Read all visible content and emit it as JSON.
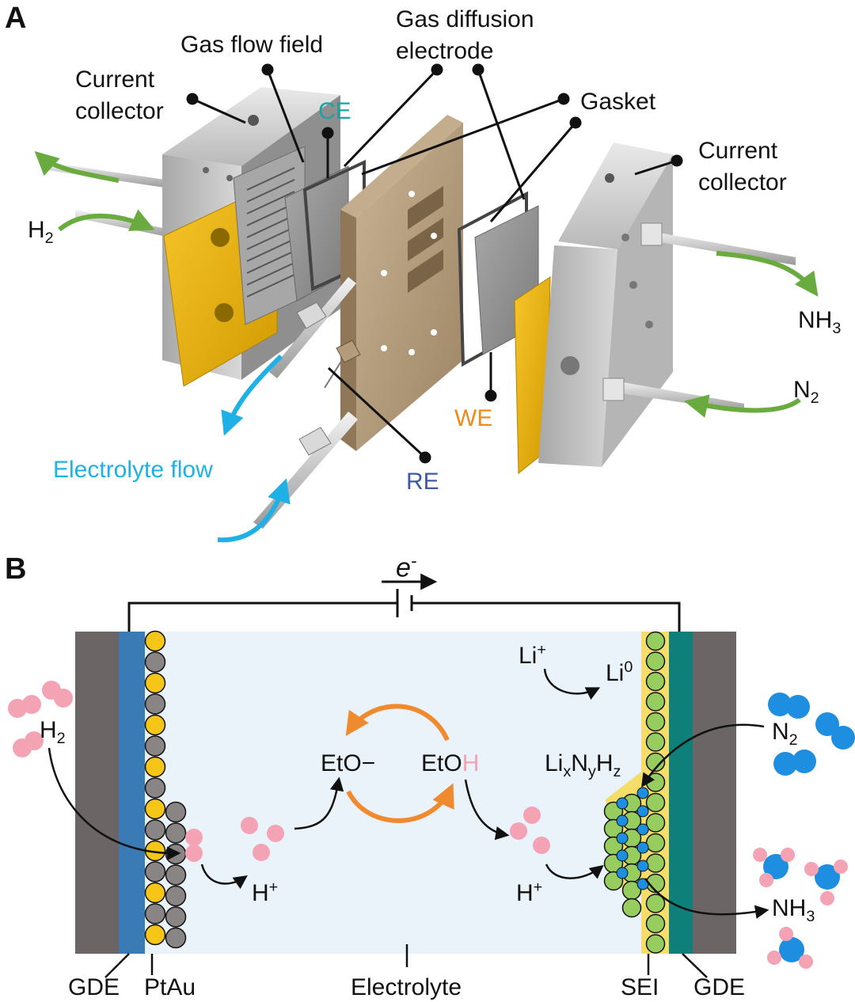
{
  "panels": {
    "a": "A",
    "b": "B"
  },
  "panel_a": {
    "gas_flow_field": "Gas flow field",
    "gas_diffusion_electrode_1": "Gas diffusion",
    "gas_diffusion_electrode_2": "electrode",
    "current_collector_left_1": "Current",
    "current_collector_left_2": "collector",
    "ce": "CE",
    "gasket": "Gasket",
    "current_collector_right_1": "Current",
    "current_collector_right_2": "collector",
    "h2_base": "H",
    "h2_sub": "2",
    "nh3_base": "NH",
    "nh3_sub": "3",
    "n2_base": "N",
    "n2_sub": "2",
    "we": "WE",
    "electrolyte_flow": "Electrolyte flow",
    "re": "RE"
  },
  "panel_b": {
    "electron_base": "e",
    "electron_sup": "-",
    "li_plus_base": "Li",
    "li_plus_sup": "+",
    "li0_base": "Li",
    "li0_sup": "0",
    "h2_base": "H",
    "h2_sub": "2",
    "n2_base": "N",
    "n2_sub": "2",
    "eto": "EtO−",
    "etoh_main": "EtO",
    "etoh_h": "H",
    "lixnyhz_li": "Li",
    "lixnyhz_x": "x",
    "lixnyhz_n": "N",
    "lixnyhz_y": "y",
    "lixnyhz_h": "H",
    "lixnyhz_z": "z",
    "h_plus_left_base": "H",
    "h_plus_left_sup": "+",
    "h_plus_right_base": "H",
    "h_plus_right_sup": "+",
    "nh3_base": "NH",
    "nh3_sub": "3",
    "gde_left": "GDE",
    "ptau": "PtAu",
    "electrolyte": "Electrolyte",
    "sei": "SEI",
    "gde_right": "GDE"
  },
  "colors": {
    "gold": "#f2b705",
    "aluminium": "#c9c9c9",
    "bronze": "#b39b7c",
    "electrolyte_bg": "#eaf3fa",
    "gde_blue": "#3a7ab5",
    "gde_teal": "#0f7f7a",
    "gde_grey": "#6b6565",
    "sei_yellow": "#f5dd6a",
    "ptau_yellow": "#f5c518",
    "ptau_grey": "#8a8585",
    "li_green": "#97cc5e",
    "n_blue": "#1e8fe0",
    "h_pink": "#f4a3b4",
    "flow_green": "#6aab3f",
    "flow_cyan": "#1fb1e6",
    "arc_orange": "#f08a2e"
  }
}
